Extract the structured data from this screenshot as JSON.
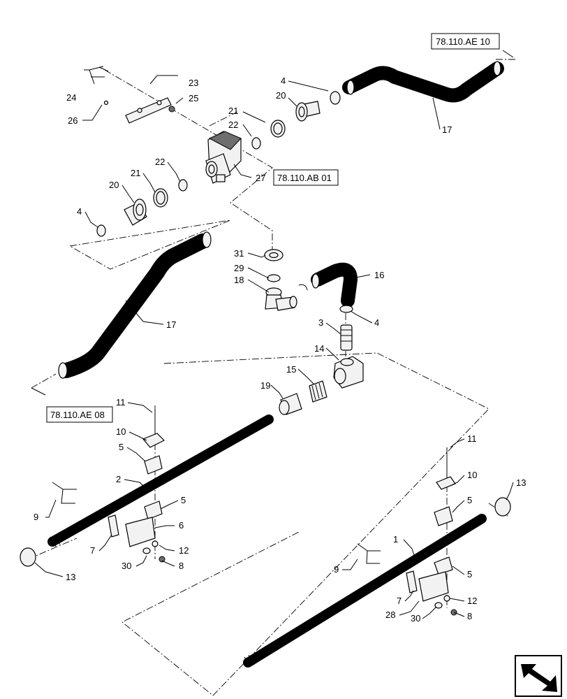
{
  "refs": [
    "78.110.AE 10",
    "78.110.AB 01",
    "78.110.AE 08"
  ],
  "callouts": [
    "24",
    "23",
    "25",
    "26",
    "4",
    "20",
    "21",
    "22",
    "17",
    "27",
    "22",
    "21",
    "20",
    "4",
    "17",
    "31",
    "29",
    "18",
    "16",
    "4",
    "3",
    "14",
    "15",
    "19",
    "11",
    "10",
    "5",
    "2",
    "9",
    "5",
    "6",
    "7",
    "12",
    "30",
    "8",
    "13",
    "13",
    "11",
    "10",
    "5",
    "1",
    "9",
    "5",
    "7",
    "12",
    "28",
    "30",
    "8"
  ]
}
